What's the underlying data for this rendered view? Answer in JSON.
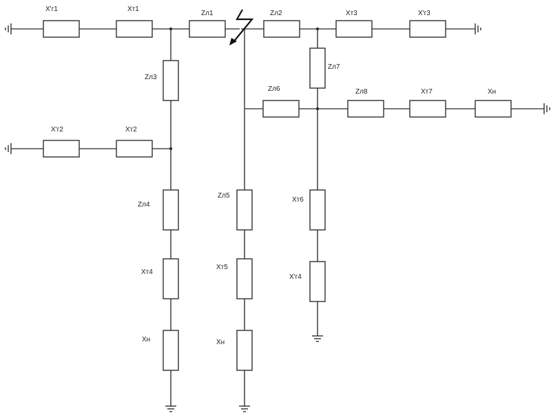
{
  "components": {
    "xg1": "X'г1",
    "xt1": "Xт1",
    "zl1": "Zл1",
    "zl2": "Zл2",
    "xt3": "Xт3",
    "xg3": "X'г3",
    "zl3": "Zл3",
    "zl7": "Zл7",
    "zl6": "Zл6",
    "zl8": "Zл8",
    "xt7": "Xт7",
    "xn_right": "Xн",
    "xg2": "X'г2",
    "xt2": "Xт2",
    "zl4": "Zл4",
    "zl5": "Zл5",
    "xt6": "Xт6",
    "xt4": "Xт4",
    "xt5": "Xт5",
    "xg4": "X'г4",
    "xn_left": "Xн",
    "xn_mid": "Xн"
  }
}
